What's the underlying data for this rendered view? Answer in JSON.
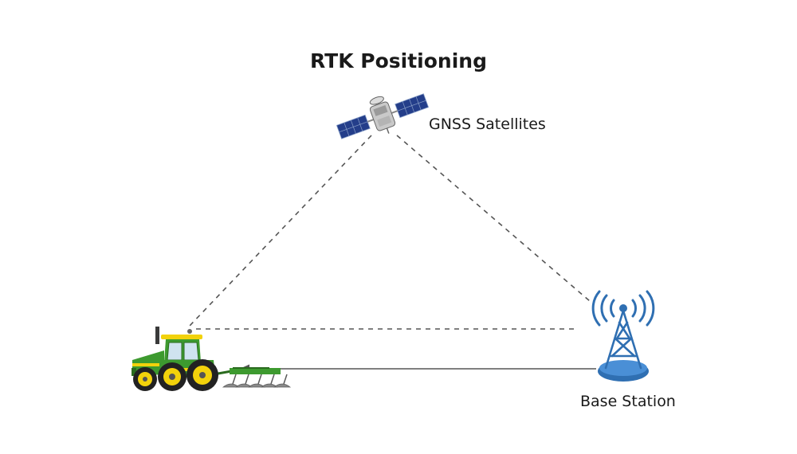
{
  "title": "RTK Positioning",
  "satellite": {
    "label": "GNSS Satellites",
    "icon": "satellite-icon"
  },
  "base_station": {
    "label": "Base Station",
    "icon": "radio-tower-icon"
  },
  "rover": {
    "icon": "tractor-icon"
  },
  "colors": {
    "tractor_green": "#3d9a2f",
    "tractor_dark_green": "#2a6b1f",
    "wheel_yellow": "#f2d20b",
    "tower_blue": "#2f6fb2",
    "panel_blue": "#243e8a",
    "line": "#555555"
  }
}
